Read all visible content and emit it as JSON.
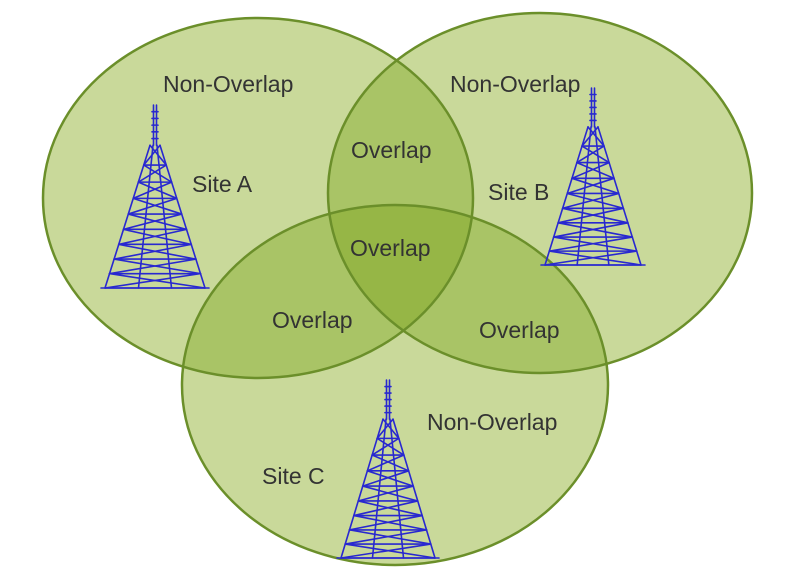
{
  "colors": {
    "cell_fill": "#c9d99a",
    "overlap_fill": "#a9c466",
    "center_fill": "#96b646",
    "cell_stroke": "#6b8f2a",
    "tower_stroke": "#2828d0"
  },
  "sites": [
    {
      "id": "a",
      "label": "Site A",
      "zone_label": "Non-Overlap"
    },
    {
      "id": "b",
      "label": "Site B",
      "zone_label": "Non-Overlap"
    },
    {
      "id": "c",
      "label": "Site C",
      "zone_label": "Non-Overlap"
    }
  ],
  "overlaps": {
    "ab": "Overlap",
    "ac": "Overlap",
    "bc": "Overlap",
    "abc": "Overlap"
  }
}
